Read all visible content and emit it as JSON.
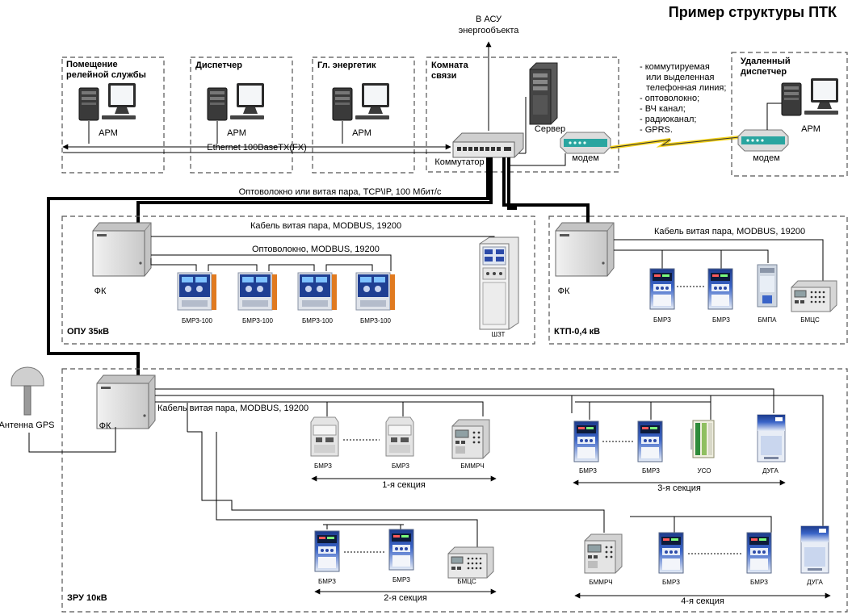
{
  "title": "Пример структуры ПТК",
  "asu_label_1": "В АСУ",
  "asu_label_2": "энергообъекта",
  "zones": {
    "relay_line1": "Помещение",
    "relay_line2": "релейной службы",
    "dispatcher": "Диспетчер",
    "chief_engineer": "Гл. энергетик",
    "comm_room_line1": "Комната",
    "comm_room_line2": "связи",
    "remote_line1": "Удаленный",
    "remote_line2": "диспетчер",
    "opu": "ОПУ 35кВ",
    "ktp": "КТП-0,4 кВ",
    "zru": "ЗРУ 10кВ"
  },
  "workstation_label": "АРМ",
  "server_label": "Сервер",
  "switch_label": "Коммутатор",
  "modem_label": "модем",
  "ethernet_label": "Ethernet 100BaseTX(FX)",
  "link_options": [
    "- коммутируемая",
    "или выделенная",
    "телефонная линия;",
    "- оптоволокно;",
    "- ВЧ канал;",
    "- радиоканал;",
    "- GPRS."
  ],
  "backbone_label": "Оптоволокно или витая пара, TCP\\IP, 100 Мбит/с",
  "fk_label": "ФК",
  "gps_label": "Антенна GPS",
  "opu": {
    "cable_label": "Кабель витая пара, MODBUS, 19200",
    "fiber_label": "Оптоволокно, MODBUS, 19200",
    "devices": [
      "БМРЗ-100",
      "БМРЗ-100",
      "БМРЗ-100",
      "БМРЗ-100"
    ],
    "cabinet": "ШЗТ"
  },
  "ktp": {
    "cable_label": "Кабель витая пара, MODBUS, 19200",
    "devices": [
      "БМРЗ",
      "БМРЗ",
      "БМПА",
      "БМЦС"
    ]
  },
  "zru": {
    "cable_label": "Кабель витая пара, MODBUS, 19200",
    "section1": {
      "label": "1-я секция",
      "devices": [
        "БМРЗ",
        "БМРЗ",
        "БММРЧ"
      ]
    },
    "section2": {
      "label": "2-я секция",
      "devices": [
        "БМРЗ",
        "БМРЗ",
        "БМЦС"
      ]
    },
    "section3": {
      "label": "3-я секция",
      "devices": [
        "БМРЗ",
        "БМРЗ",
        "УСО",
        "ДУГА"
      ]
    },
    "section4": {
      "label": "4-я секция",
      "devices": [
        "БММРЧ",
        "БМРЗ",
        "БМРЗ",
        "ДУГА"
      ]
    }
  }
}
